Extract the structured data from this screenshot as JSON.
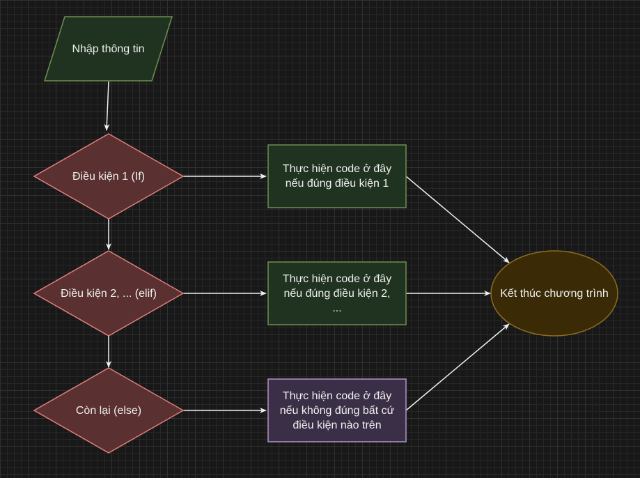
{
  "colors": {
    "background": "#181818",
    "edge": "#f0f0f0",
    "text": "#f0f0f0",
    "input_fill": "#1f3320",
    "input_stroke": "#6d8f4e",
    "decision_fill": "#5a3030",
    "decision_stroke": "#e07f7f",
    "action_fill": "#1f3320",
    "action_stroke": "#6d8f4e",
    "else_action_fill": "#3a2f46",
    "else_action_stroke": "#b196c9",
    "end_fill": "#3a2a06",
    "end_stroke": "#8c6d1f"
  },
  "diagram": {
    "input": {
      "text": "Nhập thông tin"
    },
    "decision_1": {
      "text": "Điều kiện 1 (If)"
    },
    "decision_2": {
      "text": "Điều kiện 2, ... (elif)"
    },
    "decision_3": {
      "text": "Còn lại (else)"
    },
    "action_1": {
      "text": "Thực hiện code ở đây\nnếu đúng điều kiện 1"
    },
    "action_2": {
      "text": "Thực hiện code ở đây\nnếu đúng điều kiện 2,\n..."
    },
    "action_3": {
      "text": "Thực hiện code ở đây\nnếu không đúng bất cứ\nđiều kiện nào trên"
    },
    "end": {
      "text": "Kết thúc chương trình"
    }
  }
}
